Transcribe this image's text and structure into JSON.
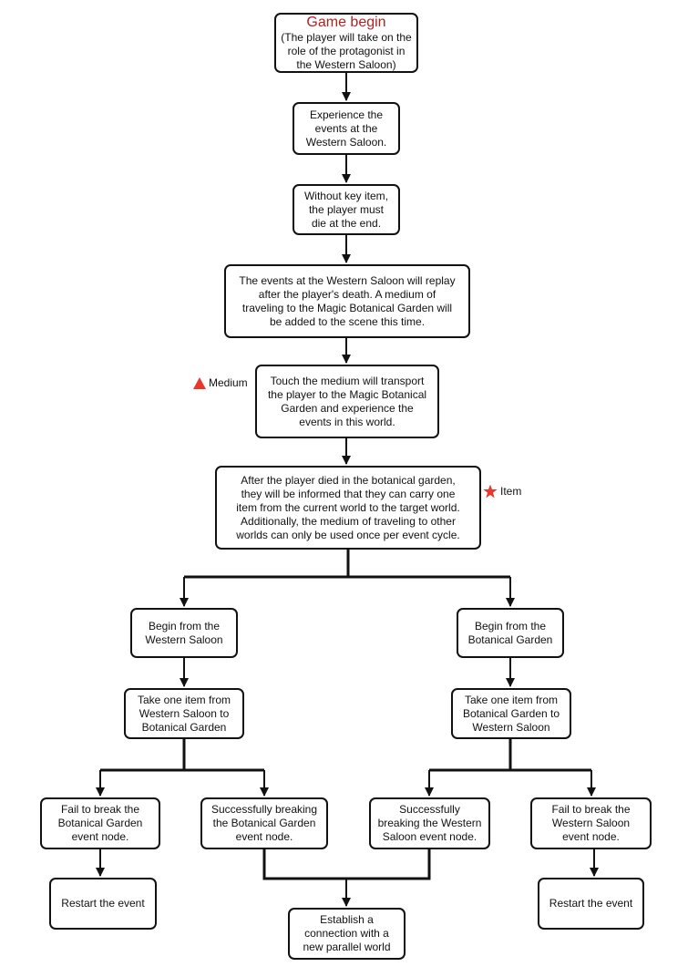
{
  "nodes": {
    "game_begin": {
      "title": "Game begin",
      "lines": [
        "(The player will take on the",
        "role of the protagonist in",
        "the Western Saloon)"
      ]
    },
    "experience_saloon": {
      "lines": [
        "Experience the",
        "events at the",
        "Western Saloon."
      ]
    },
    "without_key_item": {
      "lines": [
        "Without key item,",
        "the player must",
        "die at the end."
      ]
    },
    "events_replay": {
      "lines": [
        "The events at the Western Saloon will replay",
        "after the player's death. A medium of",
        "traveling to the Magic Botanical Garden will",
        "be added to the scene this time."
      ]
    },
    "touch_medium": {
      "lines": [
        "Touch the medium will transport",
        "the player to the Magic Botanical",
        "Garden and experience the",
        "events in this world."
      ]
    },
    "after_died_garden": {
      "lines": [
        "After the player died in the botanical garden,",
        "they will be informed that they can carry one",
        "item from the current world to the target world.",
        "Additionally, the medium of traveling to other",
        "worlds can only be used once per event cycle."
      ]
    },
    "begin_saloon": {
      "lines": [
        "Begin from the",
        "Western Saloon"
      ]
    },
    "begin_garden": {
      "lines": [
        "Begin from the",
        "Botanical Garden"
      ]
    },
    "take_item_saloon": {
      "lines": [
        "Take one item from",
        "Western Saloon to",
        "Botanical Garden"
      ]
    },
    "take_item_garden": {
      "lines": [
        "Take one item from",
        "Botanical Garden to",
        "Western Saloon"
      ]
    },
    "fail_garden": {
      "lines": [
        "Fail to break the",
        "Botanical Garden",
        "event node."
      ]
    },
    "success_garden": {
      "lines": [
        "Successfully breaking",
        "the Botanical Garden",
        "event node."
      ]
    },
    "success_saloon": {
      "lines": [
        "Successfully",
        "breaking the Western",
        "Saloon event node."
      ]
    },
    "fail_saloon": {
      "lines": [
        "Fail to break the",
        "Western Saloon",
        "event node."
      ]
    },
    "restart_left": {
      "lines": [
        "Restart the event"
      ]
    },
    "restart_right": {
      "lines": [
        "Restart the event"
      ]
    },
    "parallel_world": {
      "lines": [
        "Establish a",
        "connection with a",
        "new parallel world"
      ]
    }
  },
  "legend": {
    "medium": {
      "label": "Medium",
      "icon": "triangle-icon",
      "color": "#e8372c"
    },
    "item": {
      "label": "Item",
      "icon": "star-icon",
      "color": "#e8372c"
    }
  },
  "colors": {
    "title": "#b22222",
    "stroke": "#111111"
  }
}
